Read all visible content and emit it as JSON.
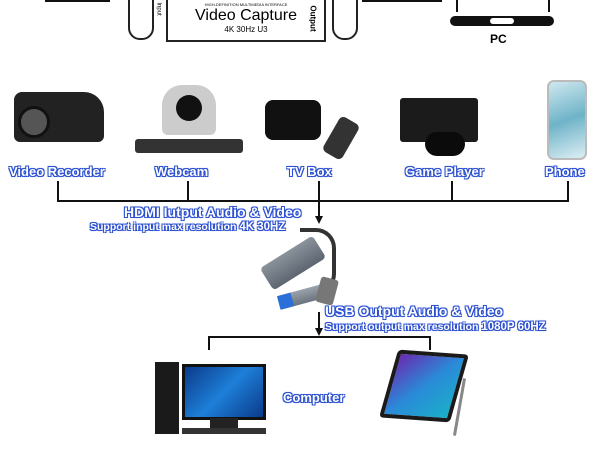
{
  "top": {
    "device_title": "Video Capture",
    "device_sub": "4K 30Hz U3",
    "device_tiny": "HIGH-DEFINITION MULTIMEDIA INTERFACE",
    "input_side": "Input",
    "output_side": "Output",
    "pc_label": "PC"
  },
  "sources": [
    {
      "label": "Video Recorder"
    },
    {
      "label": "Webcam"
    },
    {
      "label": "TV Box"
    },
    {
      "label": "Game Player"
    },
    {
      "label": "Phone"
    }
  ],
  "input_info": {
    "title": "HDMI Iutput Audio & Video",
    "sub": "Support input max resolution ",
    "res": "4K 30HZ"
  },
  "output_info": {
    "title": "USB Output Audio & Video",
    "sub": "Support output max resolution ",
    "res": "1080P 60HZ"
  },
  "targets": {
    "label": "Computer"
  },
  "colors": {
    "label_outline": "#2a4fd0",
    "line": "#111111"
  }
}
